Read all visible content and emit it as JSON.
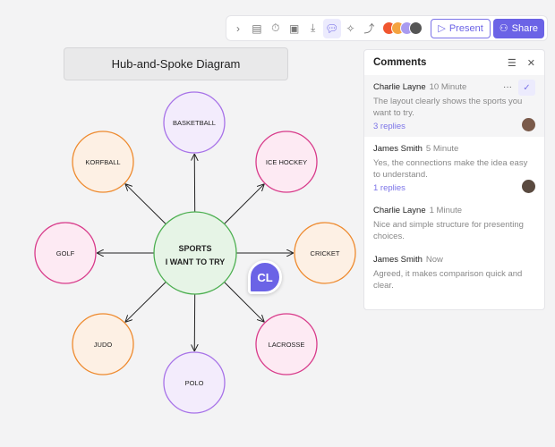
{
  "toolbar": {
    "icons": [
      "chevron-right-icon",
      "notes-icon",
      "timer-icon",
      "clipboard-user-icon",
      "download-icon",
      "comment-icon",
      "celebrate-icon",
      "connector-icon"
    ],
    "active_icon": "comment-icon",
    "present_label": "Present",
    "share_label": "Share",
    "accent": "#6b63e6"
  },
  "title": "Hub-and-Spoke Diagram",
  "diagram": {
    "hub": {
      "line1": "SPORTS",
      "line2": "I WANT TO TRY",
      "color": "#4caf50"
    },
    "spokes": [
      {
        "label": "BASKETBALL",
        "color": "#a772e8"
      },
      {
        "label": "ICE HOCKEY",
        "color": "#d83a8a"
      },
      {
        "label": "CRICKET",
        "color": "#ee8a2e"
      },
      {
        "label": "LACROSSE",
        "color": "#d83a8a"
      },
      {
        "label": "POLO",
        "color": "#a772e8"
      },
      {
        "label": "JUDO",
        "color": "#ee8a2e"
      },
      {
        "label": "GOLF",
        "color": "#d83a8a"
      },
      {
        "label": "KORFBALL",
        "color": "#ee8a2e"
      }
    ]
  },
  "cursor_badge": "CL",
  "comments": {
    "title": "Comments",
    "items": [
      {
        "author": "Charlie Layne",
        "time": "10 Minute",
        "text": "The layout clearly shows the sports you want to try.",
        "replies": "3 replies"
      },
      {
        "author": "James Smith",
        "time": "5 Minute",
        "text": "Yes, the connections make the idea easy to understand.",
        "replies": "1 replies"
      },
      {
        "author": "Charlie Layne",
        "time": "1 Minute",
        "text": "Nice and simple structure for presenting choices."
      },
      {
        "author": "James Smith",
        "time": "Now",
        "text": "Agreed, it makes comparison quick and clear."
      }
    ]
  }
}
